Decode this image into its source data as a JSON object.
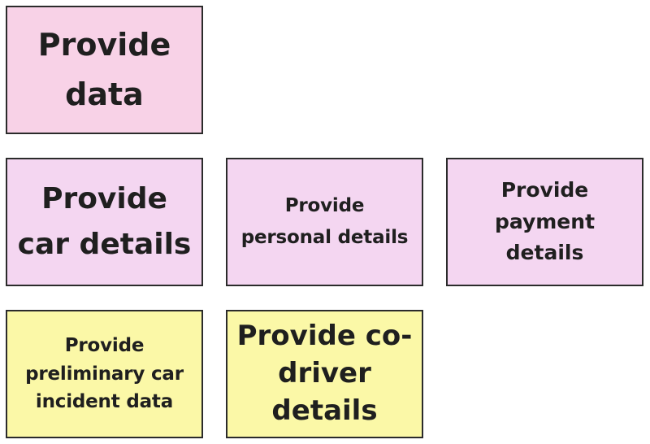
{
  "colors": {
    "pink": "#f8d2e7",
    "lilac": "#f4d6f1",
    "yellow": "#fbf8a7",
    "border": "#2b2b2b",
    "text": "#1f1f1f"
  },
  "cards": [
    {
      "lines": [
        "Provide",
        "data"
      ]
    },
    {
      "lines": [
        "Provide",
        "car details"
      ]
    },
    {
      "lines": [
        "Provide",
        "personal details"
      ]
    },
    {
      "lines": [
        "Provide",
        "payment",
        "details"
      ]
    },
    {
      "lines": [
        "Provide",
        "preliminary car",
        "incident data"
      ]
    },
    {
      "lines": [
        "Provide co-",
        "driver",
        "details"
      ]
    }
  ]
}
